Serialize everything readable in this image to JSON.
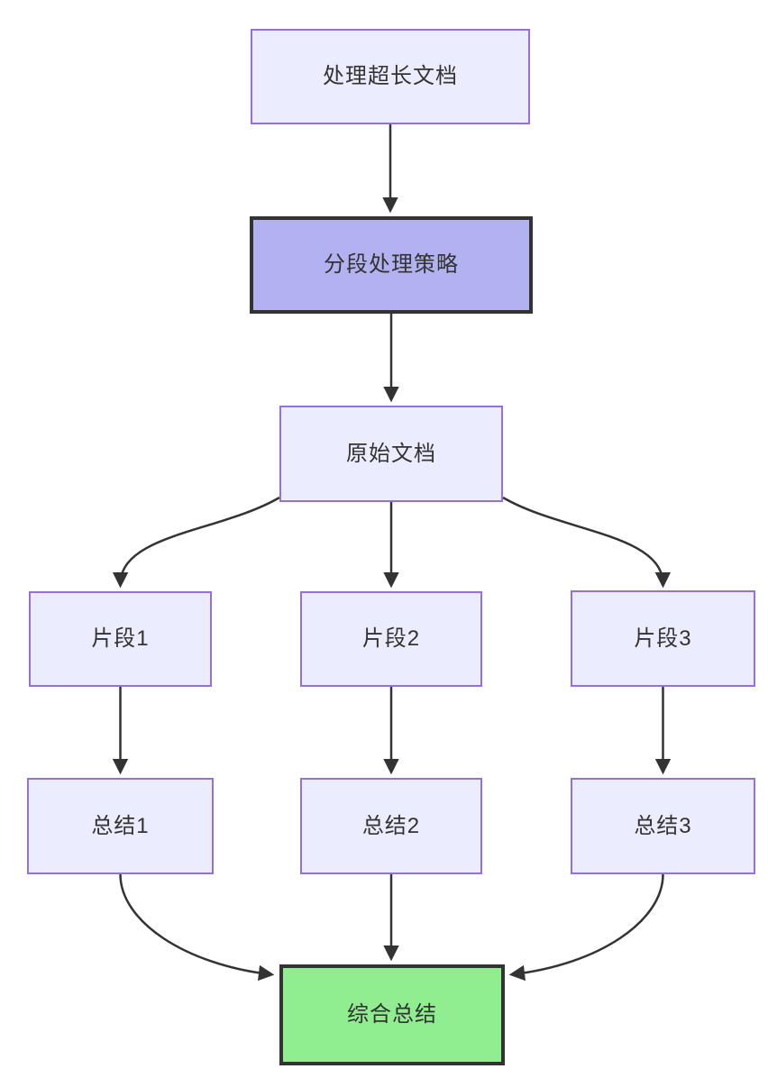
{
  "diagram": {
    "type": "flowchart-top-down",
    "colors": {
      "background": "#FFFFFF",
      "node_fill": "#ECECFF",
      "node_border": "#9370DB",
      "highlight_fill": "#B2B2F0",
      "highlight_border": "#333333",
      "result_fill": "#90EE90",
      "result_border": "#333333",
      "edge": "#333333",
      "text": "#333333"
    },
    "nodes": [
      {
        "id": "A",
        "label": "处理超长文档",
        "style": "default"
      },
      {
        "id": "B",
        "label": "分段处理策略",
        "style": "highlight"
      },
      {
        "id": "C",
        "label": "原始文档",
        "style": "default"
      },
      {
        "id": "D1",
        "label": "片段1",
        "style": "default"
      },
      {
        "id": "D2",
        "label": "片段2",
        "style": "default"
      },
      {
        "id": "D3",
        "label": "片段3",
        "style": "default"
      },
      {
        "id": "E1",
        "label": "总结1",
        "style": "default"
      },
      {
        "id": "E2",
        "label": "总结2",
        "style": "default"
      },
      {
        "id": "E3",
        "label": "总结3",
        "style": "default"
      },
      {
        "id": "F",
        "label": "综合总结",
        "style": "result"
      }
    ],
    "edges": [
      {
        "from": "处理超长文档",
        "to": "分段处理策略"
      },
      {
        "from": "分段处理策略",
        "to": "原始文档"
      },
      {
        "from": "原始文档",
        "to": "片段1"
      },
      {
        "from": "原始文档",
        "to": "片段2"
      },
      {
        "from": "原始文档",
        "to": "片段3"
      },
      {
        "from": "片段1",
        "to": "总结1"
      },
      {
        "from": "片段2",
        "to": "总结2"
      },
      {
        "from": "片段3",
        "to": "总结3"
      },
      {
        "from": "总结1",
        "to": "综合总结"
      },
      {
        "from": "总结2",
        "to": "综合总结"
      },
      {
        "from": "总结3",
        "to": "综合总结"
      }
    ]
  }
}
